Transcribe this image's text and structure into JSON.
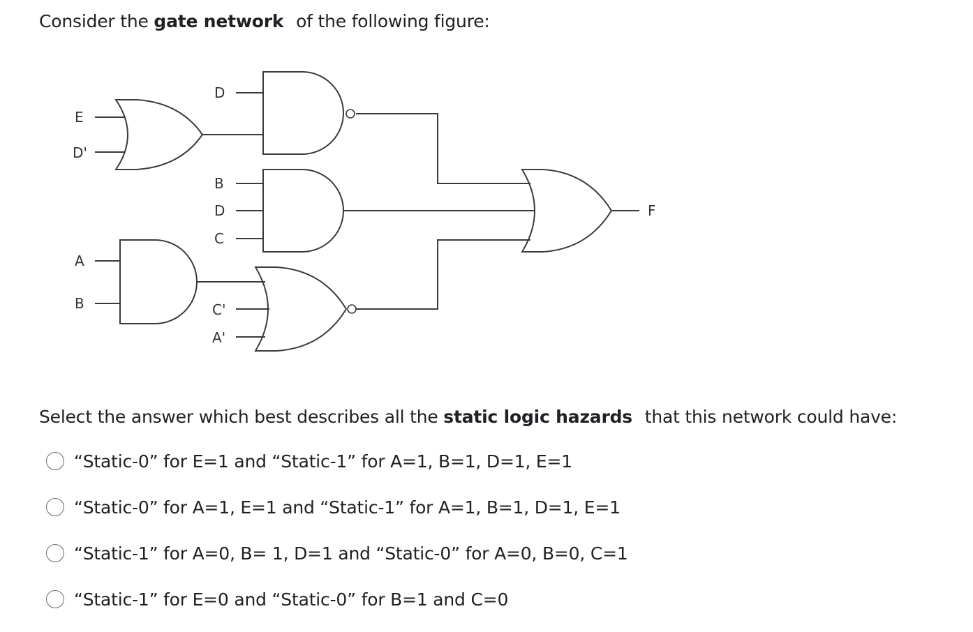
{
  "prompt": {
    "before": "Consider the",
    "bold": "gate network",
    "after": "of the following figure:"
  },
  "figure": {
    "labels": {
      "E": "E",
      "D_prime": "D'",
      "D_top": "D",
      "B_mid": "B",
      "D_mid": "D",
      "C_mid": "C",
      "A": "A",
      "B_bottom": "B",
      "C_prime": "C'",
      "A_prime": "A'",
      "F": "F"
    }
  },
  "question": {
    "before": "Select the answer which best describes all the",
    "bold": "static logic hazards",
    "after": "that this network could have:"
  },
  "options": [
    {
      "label": "“Static-0” for E=1 and “Static-1” for A=1, B=1, D=1, E=1"
    },
    {
      "label": "“Static-0” for A=1, E=1 and “Static-1” for A=1, B=1, D=1, E=1"
    },
    {
      "label": "“Static-1” for A=0, B= 1, D=1 and “Static-0” for A=0, B=0, C=1"
    },
    {
      "label": "“Static-1” for E=0 and “Static-0” for B=1 and C=0"
    }
  ]
}
